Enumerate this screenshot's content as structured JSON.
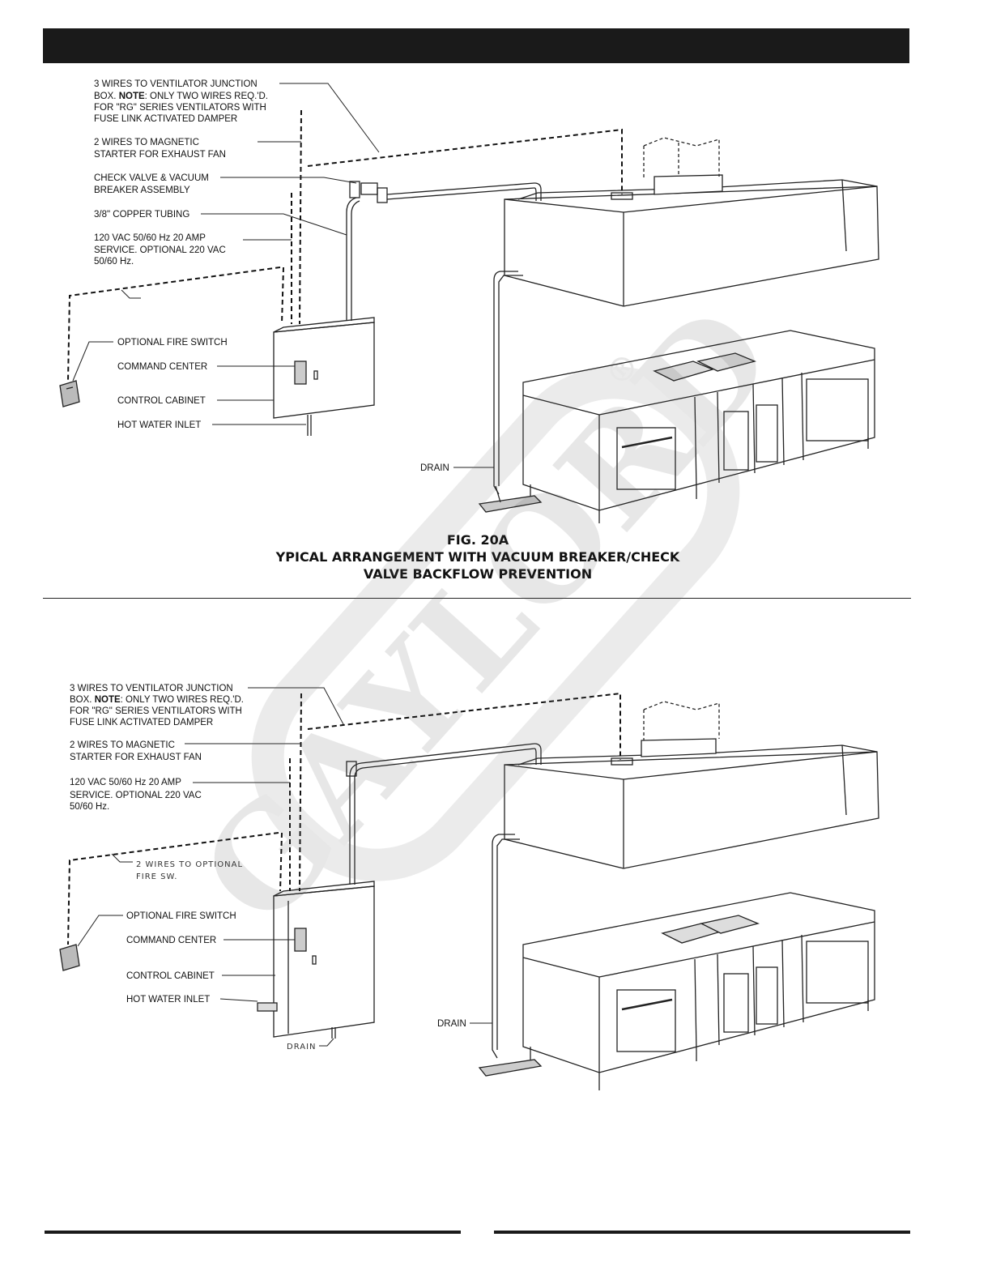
{
  "watermark": {
    "brand": "GAYLORD",
    "mark": "®"
  },
  "fig_a": {
    "labels": {
      "wires_ventilator": [
        "3 WIRES TO VENTILATOR JUNCTION",
        "BOX. ",
        "NOTE",
        ": ONLY TWO WIRES REQ.'D.",
        "FOR \"RG\" SERIES VENTILATORS WITH",
        "FUSE LINK ACTIVATED DAMPER"
      ],
      "wires_starter": [
        "2 WIRES TO MAGNETIC",
        "STARTER FOR EXHAUST FAN"
      ],
      "check_valve": [
        "CHECK VALVE & VACUUM",
        "BREAKER ASSEMBLY"
      ],
      "copper_tubing": "3/8\" COPPER TUBING",
      "power": [
        "120 VAC 50/60 Hz 20 AMP",
        "SERVICE. OPTIONAL 220 VAC",
        "50/60 Hz."
      ],
      "fire_switch": "OPTIONAL FIRE SWITCH",
      "command_center": "COMMAND CENTER",
      "control_cabinet": "CONTROL CABINET",
      "hot_water": "HOT WATER INLET",
      "drain": "DRAIN"
    },
    "caption": {
      "line1": "FIG.  20A",
      "line2": "YPICAL   ARRANGEMENT WITH VACUUM BREAKER/CHECK",
      "line3": "VALVE BACKFLOW PREVENTION"
    }
  },
  "fig_b": {
    "labels": {
      "wires_ventilator": [
        "3 WIRES TO VENTILATOR JUNCTION",
        "BOX. ",
        "NOTE",
        ": ONLY TWO WIRES REQ.'D.",
        "FOR \"RG\" SERIES VENTILATORS WITH",
        "FUSE LINK ACTIVATED DAMPER"
      ],
      "wires_starter": [
        "2 WIRES TO MAGNETIC",
        "STARTER FOR EXHAUST FAN"
      ],
      "power": [
        "120 VAC 50/60 Hz 20 AMP",
        "SERVICE. OPTIONAL 220 VAC",
        "50/60 Hz."
      ],
      "fire_sw_wires": [
        "2 WIRES TO  OPTIONAL",
        "FIRE SW."
      ],
      "fire_switch": "OPTIONAL FIRE SWITCH",
      "command_center": "COMMAND CENTER",
      "control_cabinet": "CONTROL CABINET",
      "hot_water": "HOT WATER INLET",
      "drain_cabinet": "DRAIN",
      "drain": "DRAIN"
    }
  }
}
